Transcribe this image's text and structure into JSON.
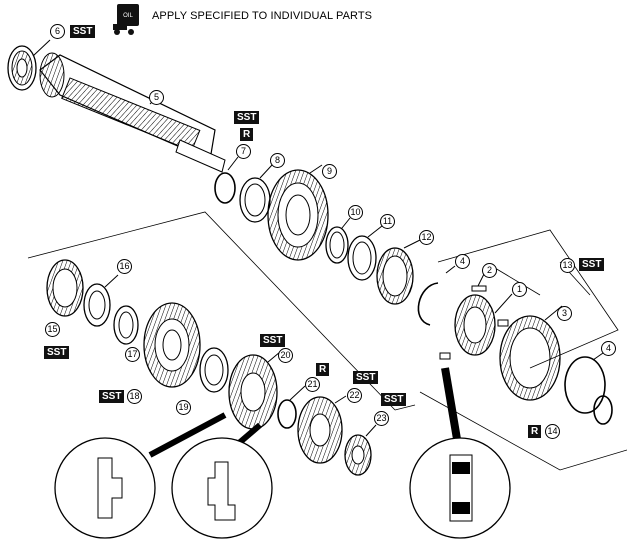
{
  "header": {
    "text": "APPLY SPECIFIED TO INDIVIDUAL PARTS",
    "icon": "oil-can-icon",
    "icon_label": "OIL"
  },
  "badges": {
    "sst": "SST",
    "r": "R"
  },
  "callouts": {
    "c1": "1",
    "c2": "2",
    "c3": "3",
    "c4a": "4",
    "c4b": "4",
    "c5": "5",
    "c6": "6",
    "c7": "7",
    "c8": "8",
    "c9": "9",
    "c10": "10",
    "c11": "11",
    "c12": "12",
    "c13": "13",
    "c14": "14",
    "c15": "15",
    "c16": "16",
    "c17": "17",
    "c18": "18",
    "c19": "19",
    "c20": "20",
    "c21": "21",
    "c22": "22",
    "c23": "23"
  }
}
